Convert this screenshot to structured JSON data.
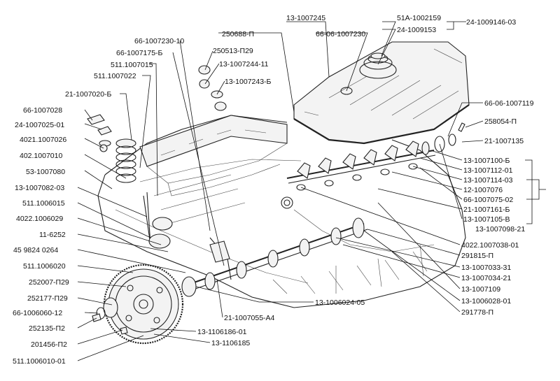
{
  "diagram": {
    "labels": {
      "l_51A_1002159": "51A-1002159",
      "l_24_1009153": "24-1009153",
      "l_24_1009146_03": "24-1009146-03",
      "l_13_1007245": "13-1007245",
      "l_250688_P": "250688-П",
      "l_66_06_1007230": "66-06-1007230",
      "l_66_1007230_10": "66-1007230-10",
      "l_66_1007175_B": "66-1007175-Б",
      "l_250513_P29": "250513-П29",
      "l_511_1007015": "511.1007015",
      "l_13_1007244_11": "13-1007244-11",
      "l_511_1007022": "511.1007022",
      "l_13_1007243_B": "13-1007243-Б",
      "l_21_1007020_B": "21-1007020-Б",
      "l_66_1007028": "66-1007028",
      "l_24_1007025_01": "24-1007025-01",
      "l_4021_1007026": "4021.1007026",
      "l_402_1007010": "402.1007010",
      "l_53_1007080": "53-1007080",
      "l_13_1007082_03": "13-1007082-03",
      "l_511_1006015": "511.1006015",
      "l_4022_1006029": "4022.1006029",
      "l_11_6252": "11-6252",
      "l_45_9824_0264": "45 9824 0264",
      "l_511_1006020": "511.1006020",
      "l_252007_P29": "252007-П29",
      "l_252177_P29": "252177-П29",
      "l_66_1006060_12": "66-1006060-12",
      "l_252135_P2": "252135-П2",
      "l_201456_P2": "201456-П2",
      "l_511_1006010_01": "511.1006010-01",
      "l_13_1106186_01": "13-1106186-01",
      "l_13_1106185": "13-1106185",
      "l_21_1007055_A4": "21-1007055-А4",
      "l_13_1006024_05": "13-1006024-05",
      "l_66_06_1007119": "66-06-1007119",
      "l_258054_P": "258054-П",
      "l_21_1007135": "21-1007135",
      "l_13_1007100_B": "13-1007100-Б",
      "l_13_1007112_01": "13-1007112-01",
      "l_13_1007114_03": "13-1007114-03",
      "l_12_1007076": "12-1007076",
      "l_66_1007075_02": "66-1007075-02",
      "l_21_1007161_B": "21-1007161-Б",
      "l_13_1007105_V": "13-1007105-В",
      "l_13_1007098_21": "13-1007098-21",
      "l_4022_1007038_01": "4022.1007038-01",
      "l_291815_P": "291815-П",
      "l_13_1007033_31": "13-1007033-31",
      "l_13_1007034_21": "13-1007034-21",
      "l_13_1007109": "13-1007109",
      "l_13_1006028_01": "13-1006028-01",
      "l_291778_P": "291778-П"
    }
  }
}
